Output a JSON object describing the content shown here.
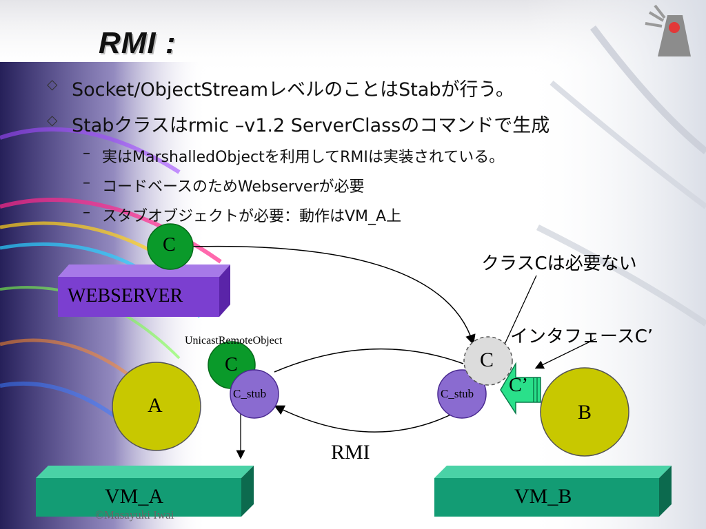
{
  "slide": {
    "title": "RMI :",
    "bullets": [
      "Socket/ObjectStreamレベルのことはStabが行う。",
      "Stabクラスはrmic –v1.2 ServerClassのコマンドで生成"
    ],
    "sub_bullets": [
      "実はMarshalledObjectを利用してRMIは実装されている。",
      "コードベースのためWebserverが必要",
      "スタブオブジェクトが必要：動作はVM_A上"
    ],
    "bullet_marker": "◇",
    "sub_marker": "–",
    "footer": "©Masayuki Iwai"
  },
  "diagram": {
    "webserver_label": "WEBSERVER",
    "webserver_class": "C",
    "class_c_note": "クラスCは必要ない",
    "interface_note": "インタフェースC’",
    "unicast_label": "UnicastRemoteObject",
    "remote_class": "C",
    "stub_a": "C_stub",
    "stub_b": "C_stub",
    "client_object": "A",
    "server_object": "B",
    "downloaded_class": "C",
    "interface_label": "C’",
    "rmi_label": "RMI",
    "vm_a": "VM_A",
    "vm_b": "VM_B"
  },
  "colors": {
    "green_circle": "#0a9a2a",
    "olive_circle": "#c8c800",
    "stub_purple": "#8a6bd0",
    "platform_teal": "#139c74",
    "webserver_purple": "#7b3fd0"
  }
}
